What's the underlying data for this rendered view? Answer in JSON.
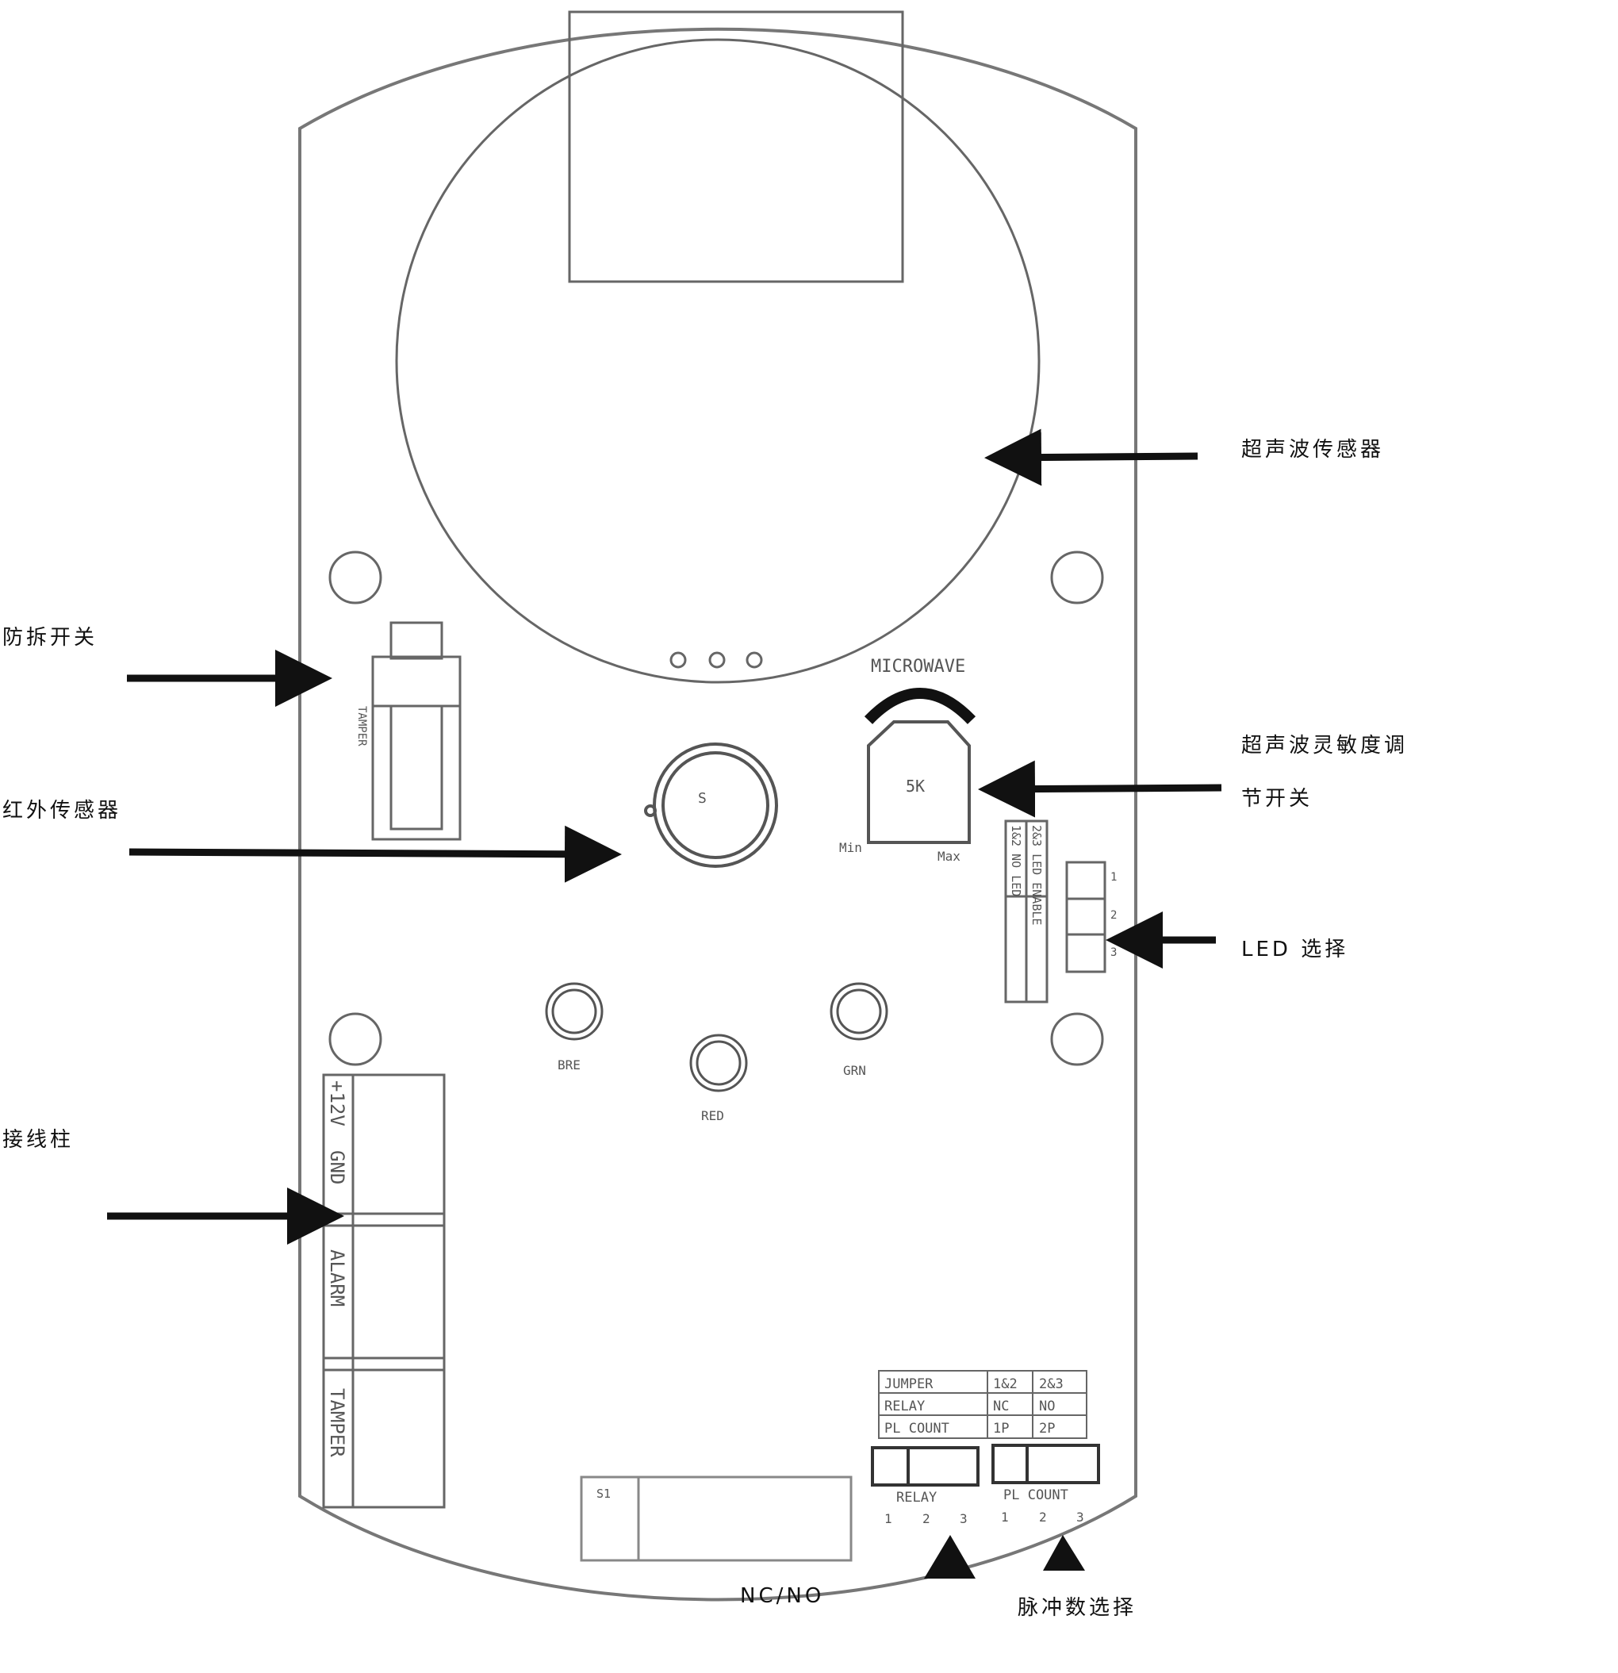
{
  "annotations": {
    "ultrasonic_sensor": "超声波传感器",
    "tamper_switch": "防拆开关",
    "ir_sensor": "红外传感器",
    "sensitivity_line1": "超声波灵敏度调",
    "sensitivity_line2": "节开关",
    "led_select": "LED 选择",
    "terminal": "接线柱",
    "nc_no": "NC/NO",
    "pulse_count_select": "脉冲数选择"
  },
  "board": {
    "microwave": "MICROWAVE",
    "pot_value": "5K",
    "pot_min": "Min",
    "pot_max": "Max",
    "tamper": "TAMPER",
    "led_labels": [
      "BRE",
      "RED",
      "GRN"
    ],
    "led_select_table": [
      "1&2 NO LED",
      "2&3 LED ENABLE"
    ],
    "led_jumper_pins": [
      "1",
      "2",
      "3"
    ],
    "terminals": [
      "+12V",
      "GND",
      "ALARM",
      "TAMPER"
    ],
    "jumper_table": {
      "headers": [
        "JUMPER",
        "1&2",
        "2&3"
      ],
      "rows": [
        [
          "RELAY",
          "NC",
          "NO"
        ],
        [
          "PL COUNT",
          "1P",
          "2P"
        ]
      ]
    },
    "relay_label": "RELAY",
    "pulse_label": "PL COUNT",
    "pins": [
      "1",
      "2",
      "3"
    ],
    "s1": "S1"
  },
  "colors": {
    "board_line": "#555555",
    "arrow": "#111111"
  }
}
